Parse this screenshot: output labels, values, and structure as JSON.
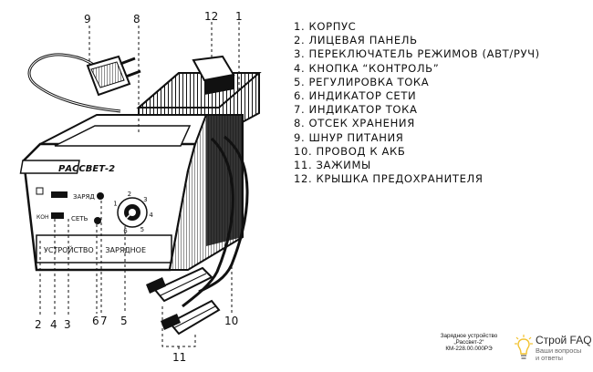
{
  "callouts": {
    "top": [
      "9",
      "8",
      "12",
      "1"
    ],
    "bottom": [
      "2",
      "4",
      "3",
      "6",
      "7",
      "5",
      "10",
      "11"
    ]
  },
  "device": {
    "brand_label": "РАССВЕТ-2",
    "zarjad": "ЗАРЯД",
    "kon": "КОН",
    "set": "СЕТЬ",
    "scale": [
      "1",
      "2",
      "3",
      "4",
      "5",
      "6"
    ],
    "plate": "УСТРОЙСТВО     ЗАРЯДНОЕ"
  },
  "legend": {
    "items": [
      "1. КОРПУС",
      "2. ЛИЦЕВАЯ ПАНЕЛЬ",
      "3. ПЕРЕКЛЮЧАТЕЛЬ РЕЖИМОВ (АВТ/РУЧ)",
      "4. КНОПКА “КОНТРОЛЬ”",
      "5. РЕГУЛИРОВКА ТОКА",
      "6. ИНДИКАТОР СЕТИ",
      "7. ИНДИКАТОР ТОКА",
      "8. ОТСЕК ХРАНЕНИЯ",
      "9. ШНУР ПИТАНИЯ",
      "10. ПРОВОД К АКБ",
      "11. ЗАЖИМЫ",
      "12. КРЫШКА ПРЕДОХРАНИТЕЛЯ"
    ]
  },
  "caption": {
    "lines": [
      "Зарядное устройство",
      "„Рассвет-2“",
      "КМ-228.00.000РЭ"
    ]
  },
  "brand": {
    "title": "Строй FAQ",
    "subtitle_lines": [
      "Ваши вопросы",
      "и ответы"
    ],
    "bulb_color": "#f2c230"
  }
}
